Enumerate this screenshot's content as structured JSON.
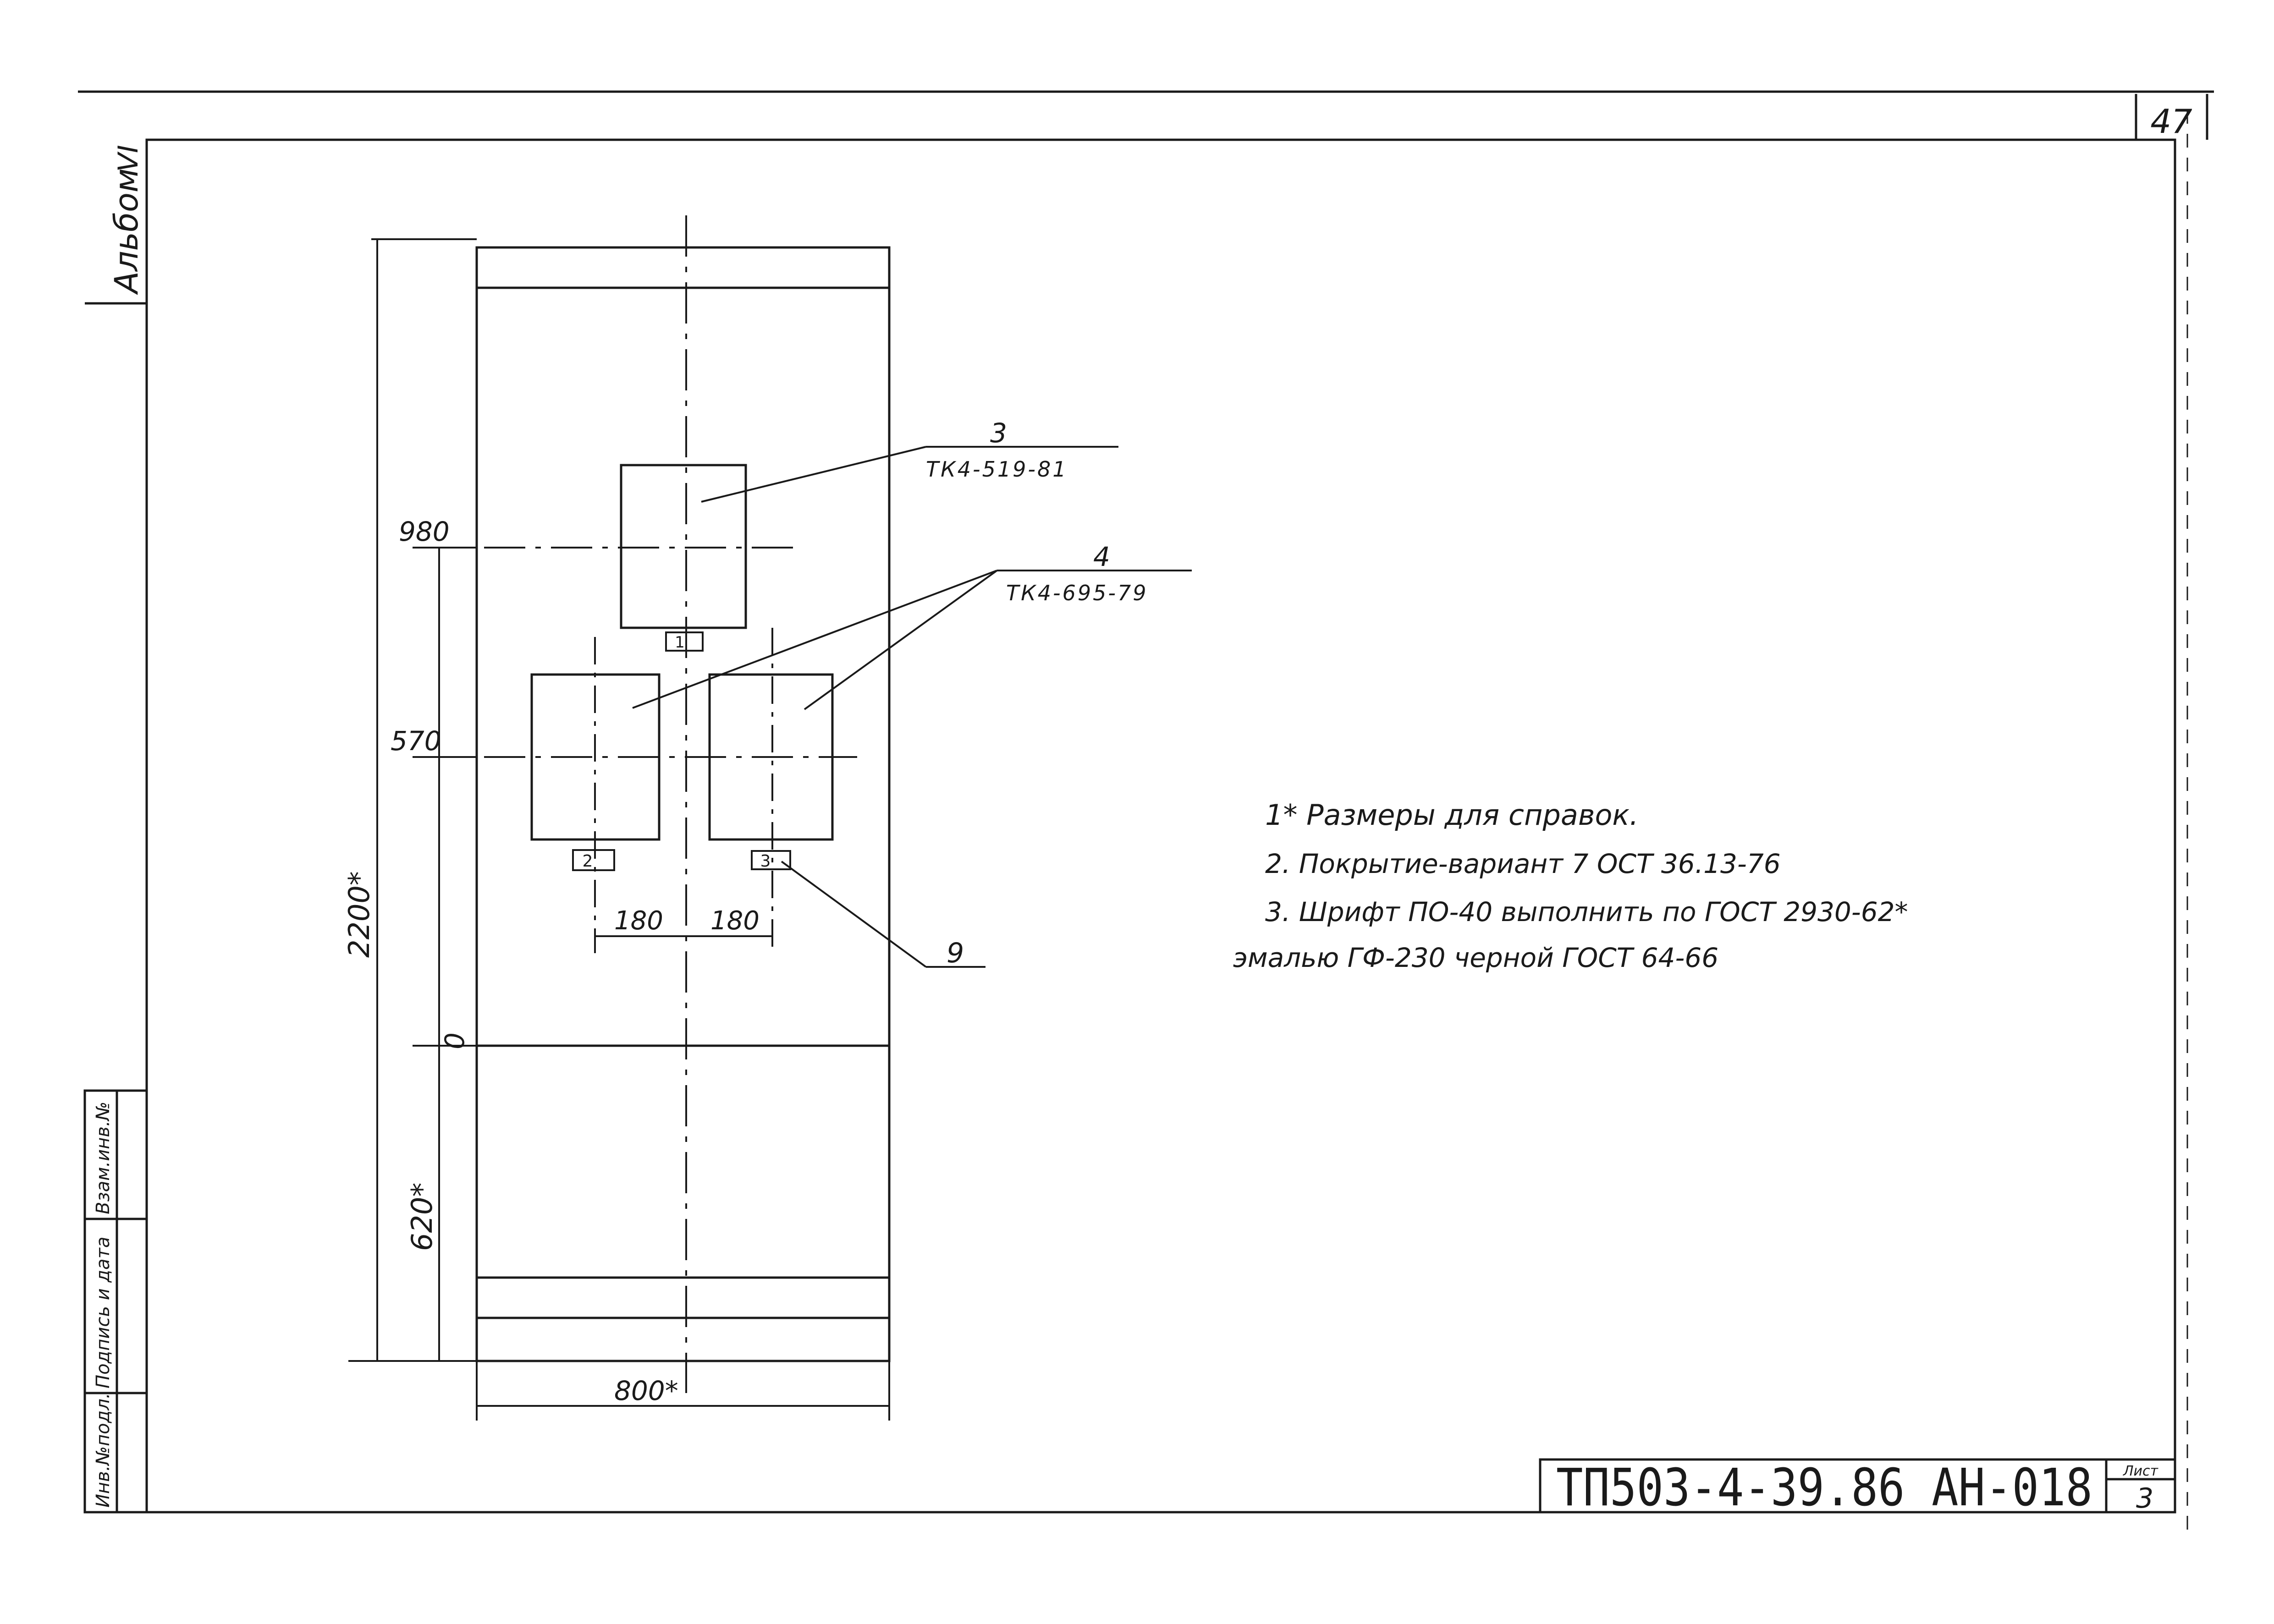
{
  "sheet": {
    "page_number": "47",
    "album_label": "Альбом",
    "album_number": "VI",
    "designation": "ТП503-4-39.86 АН-018",
    "sheet_label": "Лист",
    "sheet_number": "3"
  },
  "side_stamp": {
    "inv_no": "Инв.№подл.",
    "signature_date": "Подпись и дата",
    "replacement_inv": "Взам.инв.№"
  },
  "drawing": {
    "dim_total_height": "2200*",
    "dim_base_height": "620*",
    "dim_width": "800*",
    "dim_level_upper": "980",
    "dim_level_lower": "570",
    "dim_level_zero": "0",
    "dim_offset_left": "180",
    "dim_offset_right": "180",
    "callout_3_number": "3",
    "callout_3_ref": "ТК4-519-81",
    "callout_4_number": "4",
    "callout_4_ref": "ТК4-695-79",
    "callout_9_number": "9",
    "tag_1": "1",
    "tag_2": "2",
    "tag_3": "3"
  },
  "notes": {
    "line1": "1* Размеры для справок.",
    "line2": "2. Покрытие-вариант 7 ОСТ 36.13-76",
    "line3": "3. Шрифт ПО-40 выполнить по ГОСТ 2930-62*",
    "line4": "эмалью ГФ-230 черной ГОСТ 64-66"
  }
}
